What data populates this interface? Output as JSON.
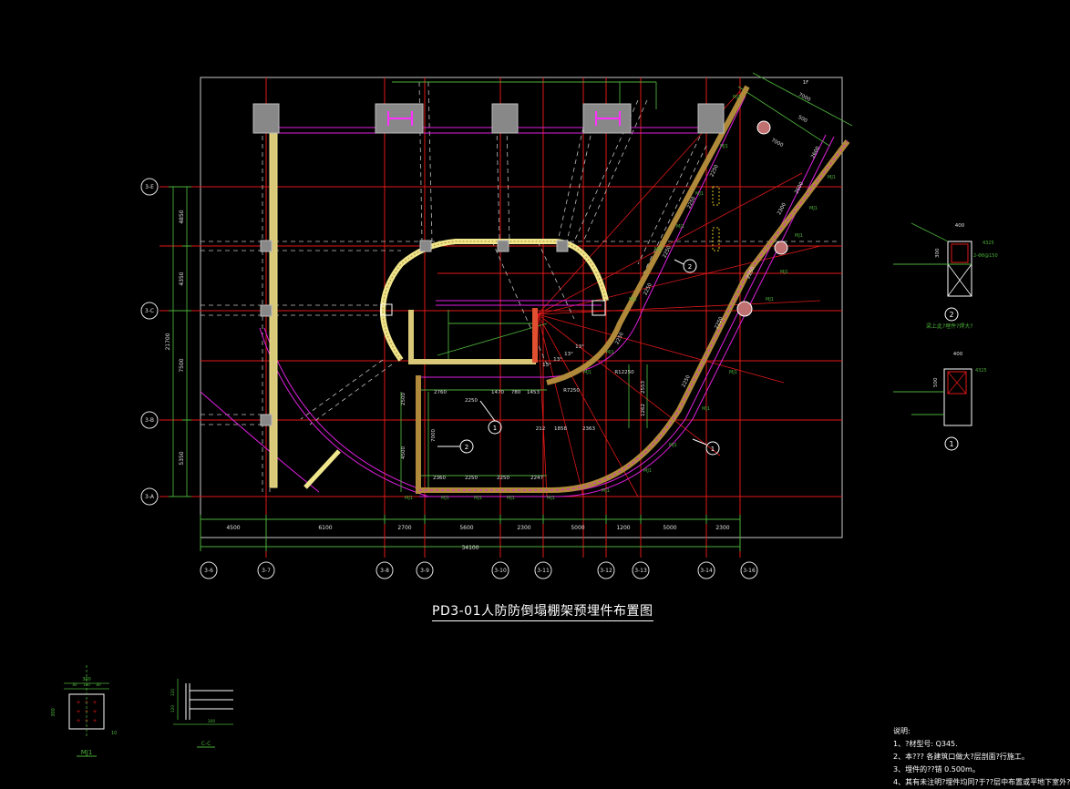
{
  "title": "PD3-01人防防倒塌棚架预埋件布置图",
  "dimensions": {
    "bottom": [
      "4500",
      "6100",
      "2700",
      "5600",
      "2300",
      "5000",
      "1200",
      "5000",
      "2300"
    ],
    "total": "34100",
    "left": [
      "4850",
      "4350",
      "7500",
      "5350"
    ],
    "left_total": "21700"
  },
  "axes": {
    "columns": [
      "3-6",
      "3-7",
      "3-8",
      "3-9",
      "3-10",
      "3-11",
      "3-12",
      "3-13",
      "3-14",
      "3-16"
    ],
    "rows": [
      "3-E",
      "3-C",
      "3-B",
      "3-A"
    ]
  },
  "inner_dims": {
    "top_row": [
      "2760",
      "2250",
      "1470",
      "780",
      "1453"
    ],
    "bottom_row": [
      "2360",
      "2250",
      "2250",
      "2247"
    ],
    "mid_row": [
      "212",
      "1858",
      "2363"
    ],
    "vertical_left": [
      "2500",
      "7000",
      "4500"
    ],
    "vertical_mid": [
      "2553",
      "1262"
    ],
    "radial": [
      "13°",
      "13°",
      "13°",
      "13°"
    ],
    "radius": "R12250",
    "r_small": "R7250",
    "arc_dims": [
      "2250",
      "2250",
      "2250",
      "2250",
      "2250",
      "2250",
      "2250",
      "2250"
    ]
  },
  "tags": {
    "mj": "MJ1",
    "section_a": "1",
    "section_b": "2",
    "arc_top_label": "1F",
    "arc_top_dims": [
      "7000",
      "7000",
      "2600",
      "500",
      "2600",
      "2300"
    ]
  },
  "details": {
    "detail1_label": "1",
    "detail2_label": "2",
    "detail2_note": "梁上此?埋件?焊大?",
    "detail1_dims": [
      "400",
      "4325",
      "500"
    ],
    "detail2_dims": [
      "400",
      "4325",
      "300",
      "2-Φ8@150"
    ],
    "mj1_label": "MJ1",
    "section_cc": "C-C",
    "mj1_dims": [
      "300",
      "80",
      "140",
      "80",
      "300",
      "10"
    ],
    "section_dims": [
      "120",
      "300",
      "120"
    ]
  },
  "notes": {
    "heading": "说明:",
    "items": [
      "1、?材型号: Q345.",
      "2、本??? 各建筑口做大?层剖面?行施工。",
      "3、埋件的??错 0.500m。",
      "4、其有未注明?埋件均同?于??层中布置或平地下室外?"
    ]
  }
}
